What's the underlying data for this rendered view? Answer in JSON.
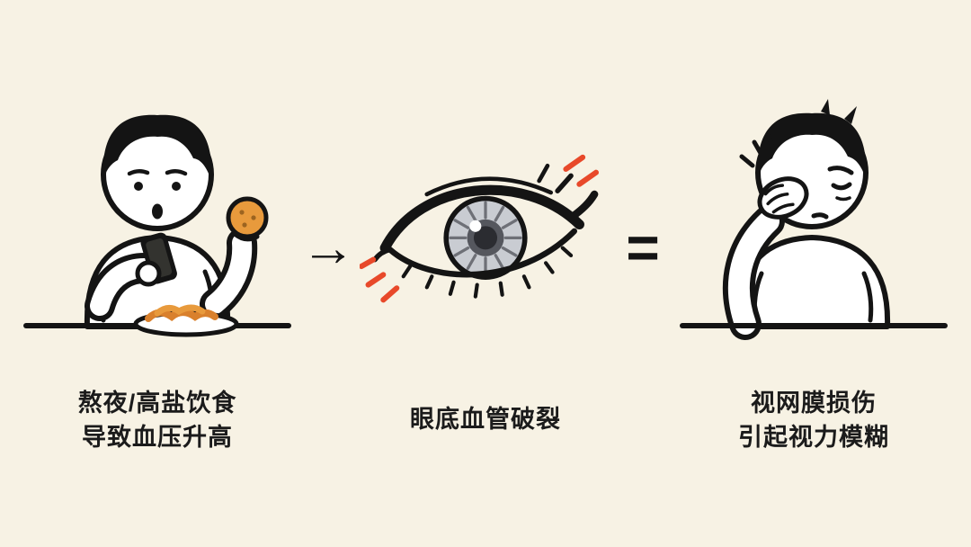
{
  "canvas": {
    "background": "#f7f2e4",
    "ink": "#141414"
  },
  "panels": [
    {
      "id": "cause",
      "illustration": "person-eating-salty-food-while-on-phone",
      "caption_lines": [
        "熬夜/高盐饮食",
        "导致血压升高"
      ]
    },
    {
      "id": "mechanism",
      "illustration": "eye-fundus-ruptured-vessels",
      "caption_lines": [
        "眼底血管破裂"
      ]
    },
    {
      "id": "result",
      "illustration": "person-rubbing-eye-blurred-vision",
      "caption_lines": [
        "视网膜损伤",
        "引起视力模糊"
      ]
    }
  ],
  "connectors": {
    "arrow": "→",
    "equals": "="
  },
  "colors": {
    "accent_red": "#e8492a",
    "food_orange": "#e89a3c",
    "noodle_orange": "#d9802c",
    "iris_light_gray": "#c9ccd2",
    "iris_dark_gray": "#55575e",
    "pupil": "#2b2c31",
    "white": "#ffffff"
  }
}
